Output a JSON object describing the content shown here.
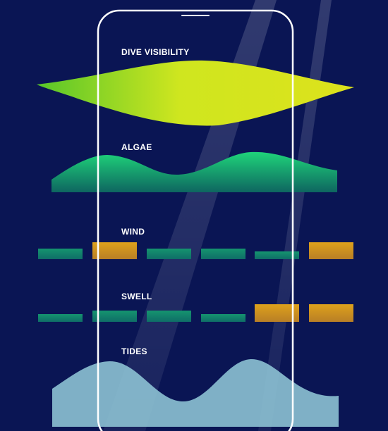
{
  "labels": {
    "visibility": "DIVE VISIBILITY",
    "algae": "ALGAE",
    "wind": "WIND",
    "swell": "SWELL",
    "tides": "TIDES"
  },
  "colors": {
    "background": "#0a1554",
    "phone_outline": "#ffffff",
    "visibility_left": "#5fcf2a",
    "visibility_mid": "#d6ec1e",
    "algae_top": "#1fd47a",
    "algae_bottom": "#0f6a60",
    "calm": "#12876c",
    "strong": "#d69a1c",
    "tides": "#8fc6d6"
  },
  "wind": {
    "levels": [
      "calm",
      "strong",
      "calm",
      "calm",
      "calm",
      "strong"
    ]
  },
  "swell": {
    "levels": [
      "calm",
      "calm",
      "calm",
      "calm",
      "strong",
      "strong"
    ]
  }
}
